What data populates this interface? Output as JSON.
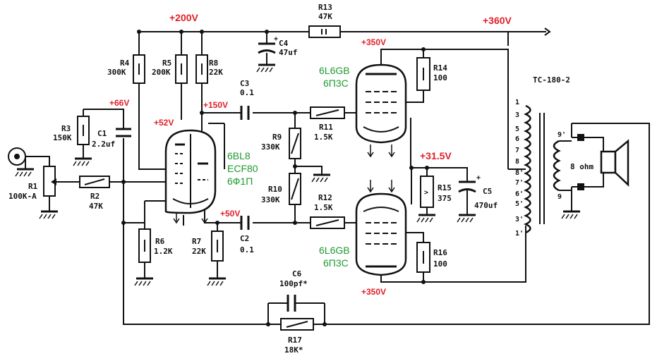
{
  "voltages": {
    "v200": "+200V",
    "v360": "+360V",
    "v350_top": "+350V",
    "v66": "+66V",
    "v52": "+52V",
    "v150": "+150V",
    "v31": "+31.5V",
    "v50": "+50V",
    "v350_bot": "+350V"
  },
  "components": {
    "r1": {
      "name": "R1",
      "value": "100K-A"
    },
    "r2": {
      "name": "R2",
      "value": "47K"
    },
    "r3": {
      "name": "R3",
      "value": "150K"
    },
    "c1": {
      "name": "C1",
      "value": "2.2uf"
    },
    "r4": {
      "name": "R4",
      "value": "300K"
    },
    "r5": {
      "name": "R5",
      "value": "200K"
    },
    "r8": {
      "name": "R8",
      "value": "22K"
    },
    "c4": {
      "name": "C4",
      "value": "47uf"
    },
    "r13": {
      "name": "R13",
      "value": "47K"
    },
    "c3": {
      "name": "C3",
      "value": "0.1"
    },
    "r9": {
      "name": "R9",
      "value": "330K"
    },
    "r10": {
      "name": "R10",
      "value": "330K"
    },
    "r11": {
      "name": "R11",
      "value": "1.5K"
    },
    "r12": {
      "name": "R12",
      "value": "1.5K"
    },
    "r14": {
      "name": "R14",
      "value": "100"
    },
    "r15": {
      "name": "R15",
      "value": "375"
    },
    "c5": {
      "name": "C5",
      "value": "470uf"
    },
    "r16": {
      "name": "R16",
      "value": "100"
    },
    "r6": {
      "name": "R6",
      "value": "1.2K"
    },
    "r7": {
      "name": "R7",
      "value": "22K"
    },
    "c2": {
      "name": "C2",
      "value": "0.1"
    },
    "c6": {
      "name": "C6",
      "value": "100pf*"
    },
    "r17": {
      "name": "R17",
      "value": "18K*"
    }
  },
  "tubes": {
    "driver": {
      "type": "6BL8",
      "alt1": "ECF80",
      "alt2": "6Ф1П"
    },
    "out_top": {
      "type": "6L6GB",
      "alt": "6П3С"
    },
    "out_bot": {
      "type": "6L6GB",
      "alt": "6П3С"
    }
  },
  "transformer": {
    "name": "TC-180-2",
    "primary_pins": [
      "1",
      "3",
      "5",
      "6",
      "7",
      "8",
      "8'",
      "7'",
      "6'",
      "5'",
      "3'",
      "1'"
    ],
    "secondary_pins": [
      "9'",
      "9"
    ]
  },
  "speaker": {
    "label": "8 ohm"
  },
  "symbols": {
    "plus": "+",
    "arrow": ">",
    "cap": "||"
  }
}
